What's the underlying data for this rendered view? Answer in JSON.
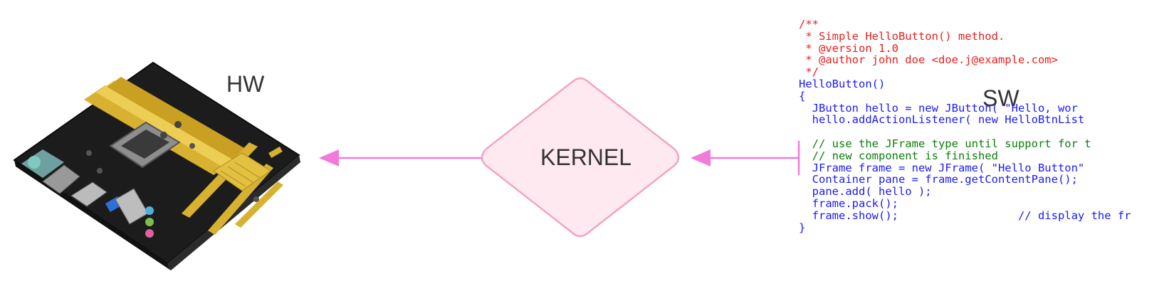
{
  "diagram": {
    "hw_label": "HW",
    "sw_label": "SW",
    "kernel_label": "KERNEL",
    "colors": {
      "arrow": "#f27ad8",
      "kernel_fill": "#fde9ef",
      "kernel_stroke": "#f5a3c7",
      "code_comment": "#e8201d",
      "code_blue": "#1a1aff",
      "code_green": "#0a7f0a"
    }
  },
  "code_lines": [
    {
      "text": "/**",
      "cls": "c-comment"
    },
    {
      "text": " * Simple HelloButton() method.",
      "cls": "c-comment"
    },
    {
      "text": " * @version 1.0",
      "cls": "c-comment"
    },
    {
      "text": " * @author john doe <doe.j@example.com>",
      "cls": "c-comment"
    },
    {
      "text": " */",
      "cls": "c-comment"
    },
    {
      "text": "HelloButton()",
      "cls": "c-blue"
    },
    {
      "text": "{",
      "cls": "c-blue"
    },
    {
      "text": "  JButton hello = new JButton( \"Hello, wor",
      "cls": "c-blue"
    },
    {
      "text": "  hello.addActionListener( new HelloBtnList",
      "cls": "c-blue"
    },
    {
      "text": "",
      "cls": "c-blue"
    },
    {
      "text": "  // use the JFrame type until support for t",
      "cls": "c-green"
    },
    {
      "text": "  // new component is finished",
      "cls": "c-green"
    },
    {
      "text": "  JFrame frame = new JFrame( \"Hello Button\"",
      "cls": "c-blue"
    },
    {
      "text": "  Container pane = frame.getContentPane();",
      "cls": "c-blue"
    },
    {
      "text": "  pane.add( hello );",
      "cls": "c-blue"
    },
    {
      "text": "  frame.pack();",
      "cls": "c-blue"
    },
    {
      "text": "  frame.show();                  // display the fr",
      "cls": "c-blue"
    },
    {
      "text": "}",
      "cls": "c-blue"
    }
  ]
}
